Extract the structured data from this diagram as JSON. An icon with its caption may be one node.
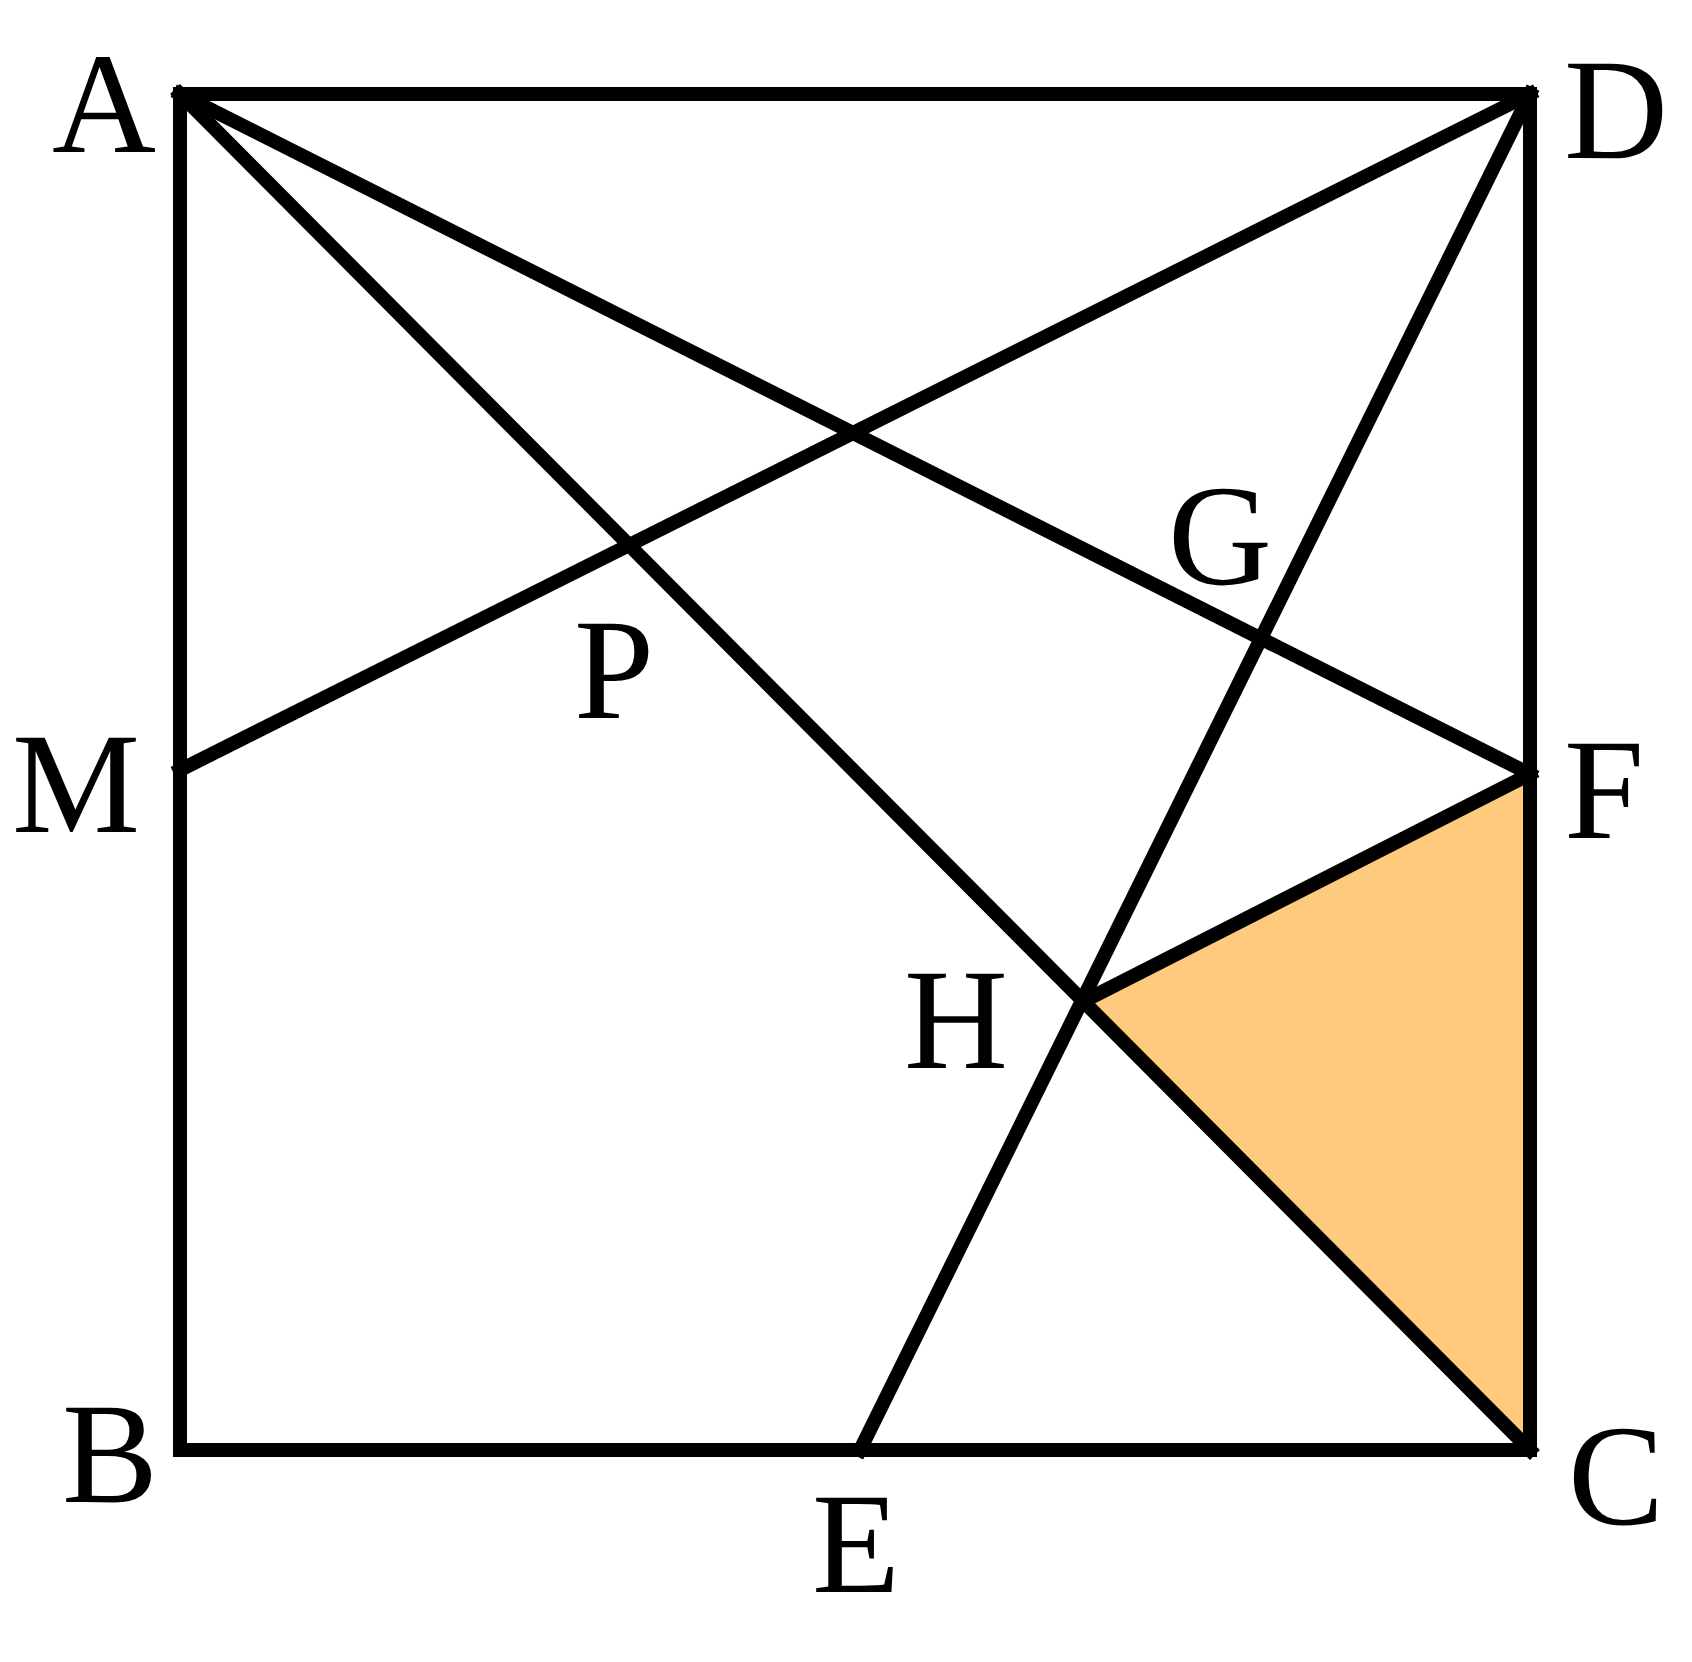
{
  "diagram": {
    "labels": [
      "A",
      "D",
      "G",
      "P",
      "M",
      "F",
      "H",
      "B",
      "E",
      "C"
    ]
  }
}
